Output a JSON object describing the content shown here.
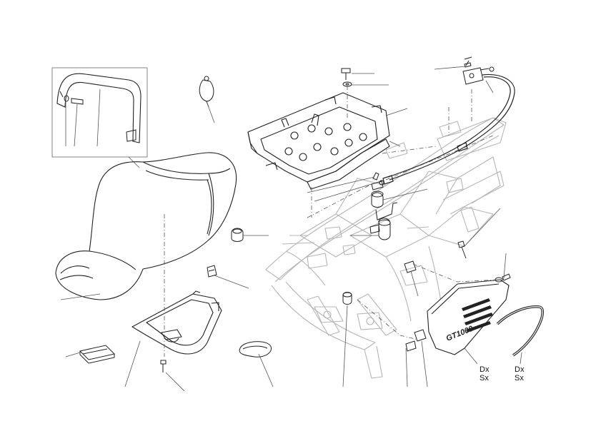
{
  "labels": {
    "side_dx_1": "Dx",
    "side_sx_1": "Sx",
    "side_dx_2": "Dx",
    "side_sx_2": "Sx",
    "cover_logo": "GT1000"
  },
  "colors": {
    "ink": "#222222",
    "frame": "#b5b5b5",
    "leader": "#555555",
    "background": "#ffffff"
  }
}
